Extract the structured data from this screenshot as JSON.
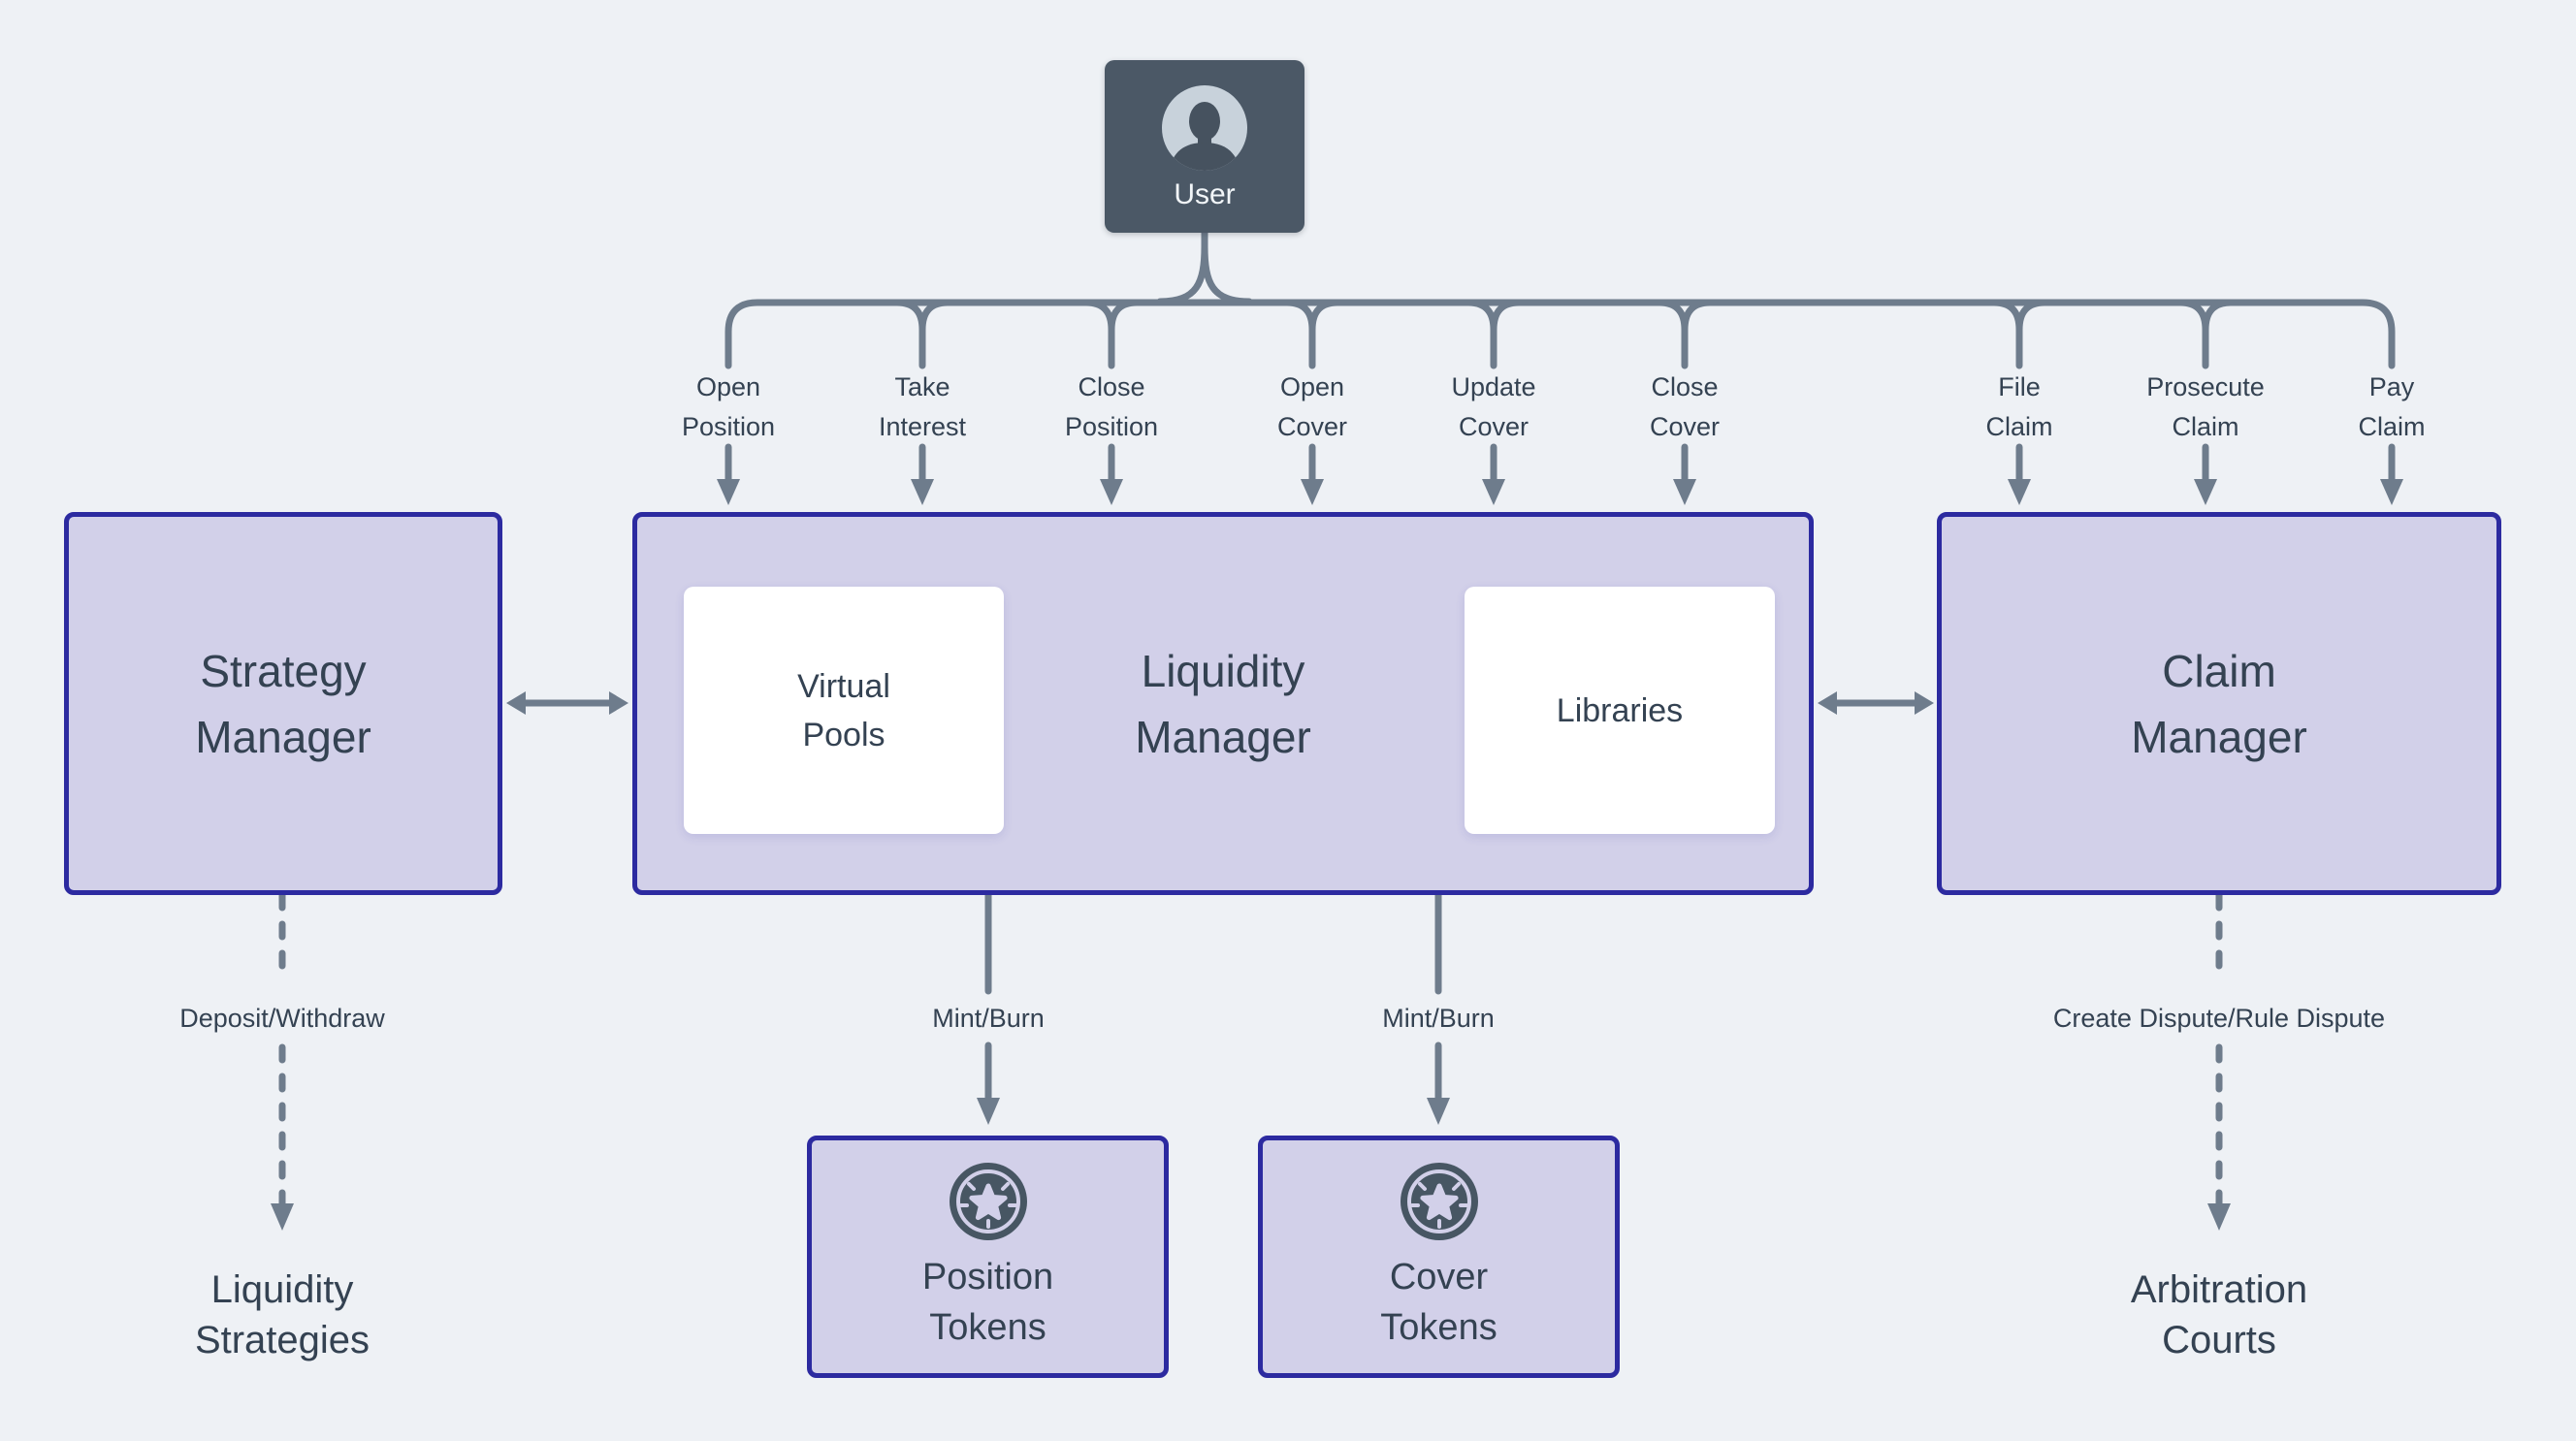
{
  "user": {
    "label": "User"
  },
  "actions": [
    {
      "line1": "Open",
      "line2": "Position"
    },
    {
      "line1": "Take",
      "line2": "Interest"
    },
    {
      "line1": "Close",
      "line2": "Position"
    },
    {
      "line1": "Open",
      "line2": "Cover"
    },
    {
      "line1": "Update",
      "line2": "Cover"
    },
    {
      "line1": "Close",
      "line2": "Cover"
    },
    {
      "line1": "File",
      "line2": "Claim"
    },
    {
      "line1": "Prosecute",
      "line2": "Claim"
    },
    {
      "line1": "Pay",
      "line2": "Claim"
    }
  ],
  "managers": {
    "strategy": {
      "line1": "Strategy",
      "line2": "Manager"
    },
    "liquidity": {
      "line1": "Liquidity",
      "line2": "Manager"
    },
    "claim": {
      "line1": "Claim",
      "line2": "Manager"
    }
  },
  "components": {
    "virtual_pools": {
      "line1": "Virtual",
      "line2": "Pools"
    },
    "libraries": {
      "label": "Libraries"
    }
  },
  "flow_labels": {
    "deposit_withdraw": "Deposit/Withdraw",
    "mint_burn_position": "Mint/Burn",
    "mint_burn_cover": "Mint/Burn",
    "dispute": "Create Dispute/Rule Dispute"
  },
  "tokens": {
    "position": {
      "line1": "Position",
      "line2": "Tokens"
    },
    "cover": {
      "line1": "Cover",
      "line2": "Tokens"
    }
  },
  "externals": {
    "liquidity_strategies": {
      "line1": "Liquidity",
      "line2": "Strategies"
    },
    "arbitration_courts": {
      "line1": "Arbitration",
      "line2": "Courts"
    }
  },
  "colors": {
    "background": "#eef1f5",
    "connector": "#6e7c8c",
    "node_fill": "#d2d0e9",
    "node_border": "#2c2aa0",
    "user_fill": "#4b5866",
    "text": "#344252"
  }
}
